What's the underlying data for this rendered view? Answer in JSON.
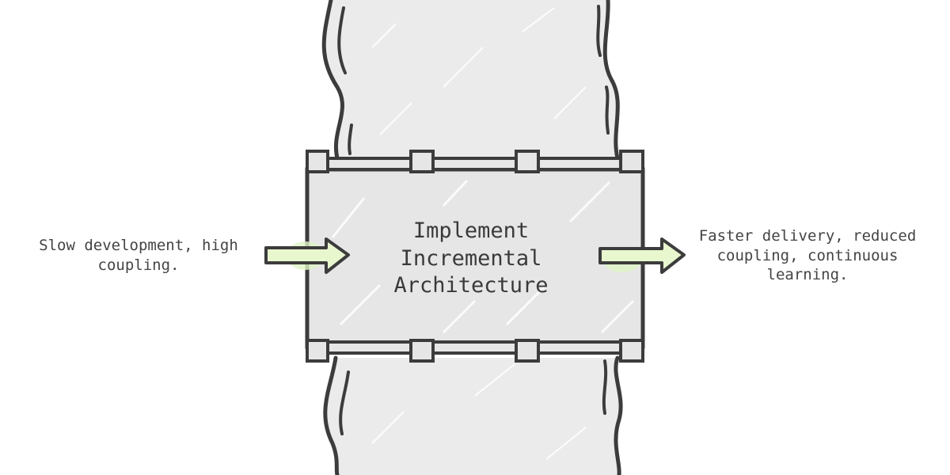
{
  "diagram": {
    "center": {
      "lines": [
        "Implement",
        "Incremental",
        "Architecture"
      ]
    },
    "input": {
      "lines": [
        "Slow development, high",
        "coupling."
      ]
    },
    "output": {
      "lines": [
        "Faster delivery, reduced",
        "coupling, continuous",
        "learning."
      ]
    }
  },
  "colors": {
    "stroke": "#3c3c3c",
    "river_fill": "#ebebeb",
    "box_fill": "#e6e6e6",
    "arrow_fill": "#e9f7cf",
    "arrow_glow": "#dff5c4",
    "text": "#444444"
  },
  "icons": {
    "input_arrow": "right-arrow-icon",
    "output_arrow": "right-arrow-icon"
  }
}
